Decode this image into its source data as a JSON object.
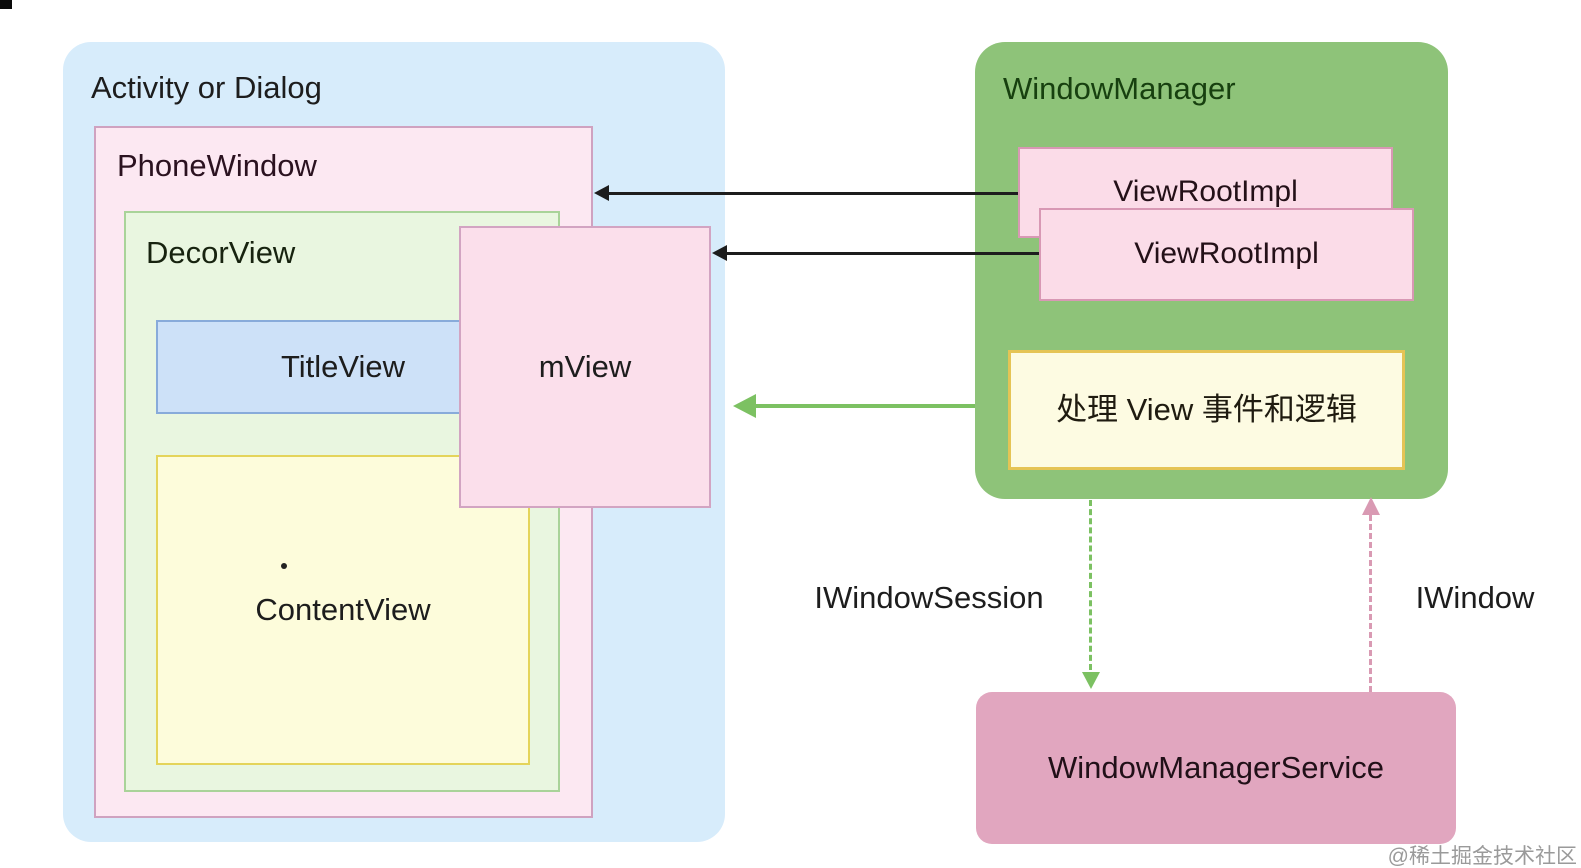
{
  "activity_panel": {
    "title": "Activity or Dialog",
    "phone_window_label": "PhoneWindow",
    "decor_view_label": "DecorView",
    "title_view_label": "TitleView",
    "content_view_label": "ContentView",
    "m_view_label": "mView"
  },
  "window_manager_panel": {
    "title": "WindowManager",
    "view_root_impl_back_label": "ViewRootImpl",
    "view_root_impl_front_label": "ViewRootImpl",
    "handler_note_label": "处理 View 事件和逻辑"
  },
  "service": {
    "label": "WindowManagerService"
  },
  "connections": {
    "iwindow_session_label": "IWindowSession",
    "iwindow_label": "IWindow"
  },
  "watermark": "@稀土掘金技术社区",
  "colors": {
    "canvas_bg": "#ffffff",
    "activity_fill": "#d7ecfb",
    "phone_window_fill": "#fce8f2",
    "phone_window_border": "#cfa2c0",
    "decor_view_fill": "#e9f6e0",
    "decor_view_border": "#a9d399",
    "title_view_fill": "#cde1f8",
    "title_view_border": "#88abda",
    "content_view_fill": "#fdfcdb",
    "content_view_border": "#e4d45a",
    "m_view_fill": "#fbdfeb",
    "m_view_border": "#d2a4c2",
    "wm_fill": "#8ec379",
    "wm_title_text": "#17400f",
    "view_root_fill": "#fbdce8",
    "view_root_border": "#d898b4",
    "note_fill": "#fdfbe2",
    "note_border": "#e5c455",
    "service_fill": "#e1a6bf",
    "text_dark": "#1d1d1d",
    "arrow_black": "#1d1d1d",
    "arrow_green": "#7cc162",
    "arrow_pink": "#d99ab3",
    "watermark_color": "#9a9a9a"
  }
}
